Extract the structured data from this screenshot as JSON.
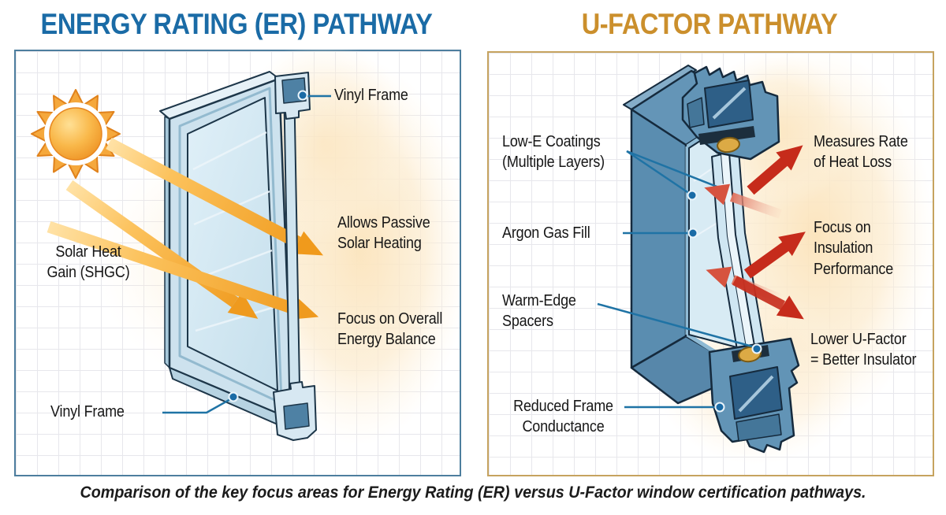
{
  "left_panel": {
    "title": "ENERGY RATING (ER) PATHWAY",
    "labels": {
      "vinyl_frame_top": "Vinyl Frame",
      "solar_heat_gain": "Solar Heat\nGain (SHGC)",
      "allows_passive": "Allows Passive\nSolar Heating",
      "focus_overall": "Focus on Overall\nEnergy Balance",
      "vinyl_frame_bottom": "Vinyl Frame"
    }
  },
  "right_panel": {
    "title": "U-FACTOR PATHWAY",
    "labels": {
      "low_e": "Low-E Coatings\n(Multiple Layers)",
      "argon": "Argon Gas Fill",
      "warm_edge": "Warm-Edge\nSpacers",
      "reduced_frame": "Reduced Frame\nConductance",
      "measures_rate": "Measures Rate\nof Heat Loss",
      "focus_insulation": "Focus on\nInsulation\nPerformance",
      "lower_ufactor": "Lower U-Factor\n= Better Insulator"
    }
  },
  "caption": "Comparison of the key focus areas for Energy Rating (ER) versus U-Factor window certification pathways.",
  "colors": {
    "left_title": "#1a6ba6",
    "right_title": "#cb8f2c",
    "left_panel_border": "#4d7e9e",
    "right_panel_border": "#c6a35f",
    "label_text": "#161616",
    "leader_line": "#1f73a5",
    "solar_arrow_orange": "#f09a1c",
    "heat_arrow_red": "#c62b1b",
    "left_window_frame": "#cde2ee",
    "right_window_frame": "#5e91b4",
    "glass_blue": "#d8ebf4",
    "warm_edge_spacer_gold": "#dcaa45",
    "sun_orange": "#f2a12e",
    "warm_glow": "#fbe7c4",
    "grid_line": "#e7e7ec",
    "caption_text": "#1b1b1b"
  }
}
